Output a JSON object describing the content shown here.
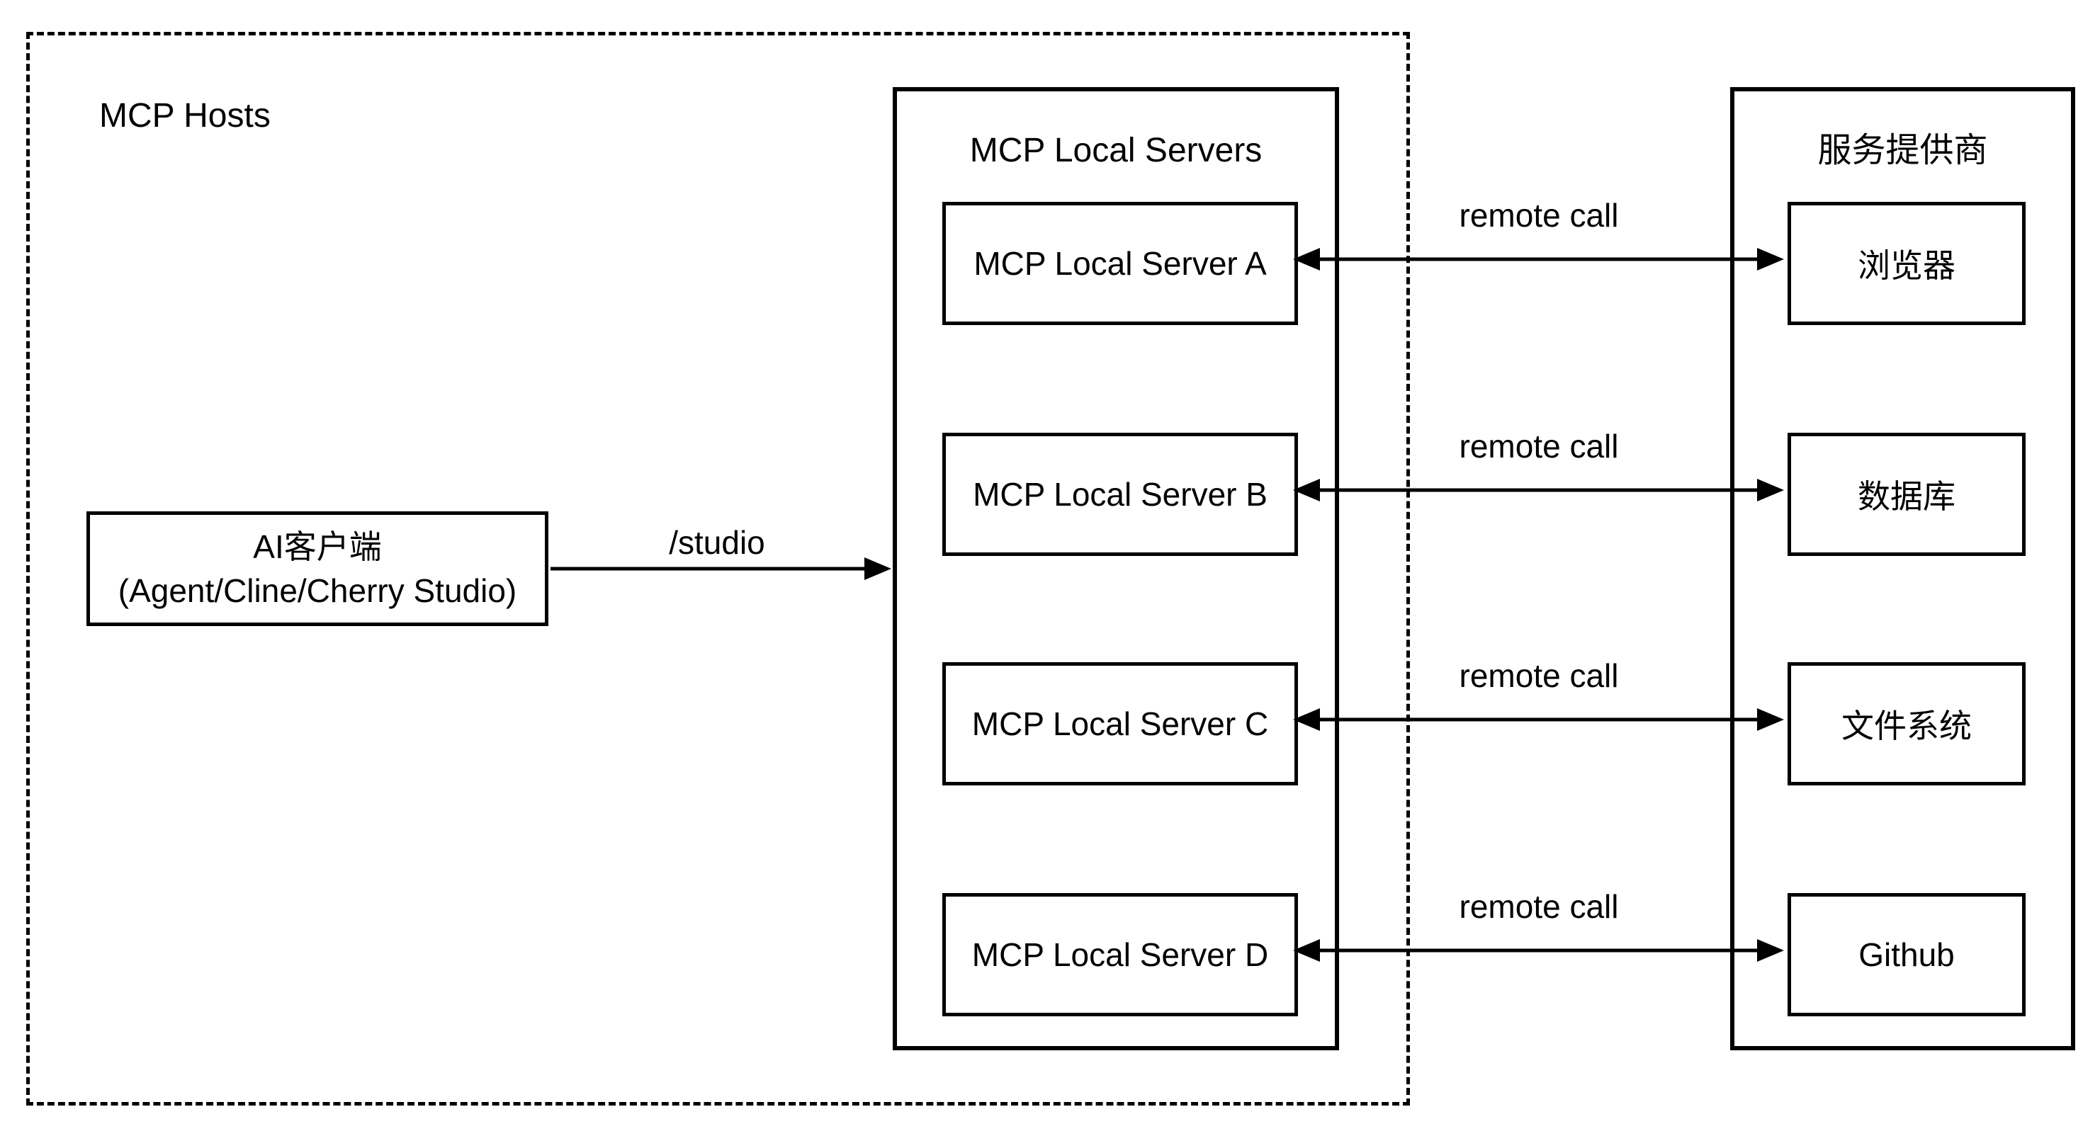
{
  "diagram": {
    "hosts_group": {
      "label": "MCP Hosts"
    },
    "ai_client": {
      "line1": "AI客户端",
      "line2": "(Agent/Cline/Cherry Studio)"
    },
    "local_servers_group": {
      "title": "MCP Local Servers",
      "items": [
        {
          "label": "MCP Local Server A"
        },
        {
          "label": "MCP Local Server B"
        },
        {
          "label": "MCP Local Server C"
        },
        {
          "label": "MCP Local Server D"
        }
      ]
    },
    "providers_group": {
      "title": "服务提供商",
      "items": [
        {
          "label": "浏览器"
        },
        {
          "label": "数据库"
        },
        {
          "label": "文件系统"
        },
        {
          "label": "Github"
        }
      ]
    },
    "connections": [
      {
        "from": "AI客户端",
        "to": "MCP Local Servers",
        "label": "/studio",
        "arrows": "one-way"
      },
      {
        "from": "MCP Local Server A",
        "to": "浏览器",
        "label": "remote call",
        "arrows": "two-way"
      },
      {
        "from": "MCP Local Server B",
        "to": "数据库",
        "label": "remote call",
        "arrows": "two-way"
      },
      {
        "from": "MCP Local Server C",
        "to": "文件系统",
        "label": "remote call",
        "arrows": "two-way"
      },
      {
        "from": "MCP Local Server D",
        "to": "Github",
        "label": "remote call",
        "arrows": "two-way"
      }
    ],
    "colors": {
      "stroke": "#000000",
      "background": "#ffffff",
      "text": "#000000"
    }
  }
}
